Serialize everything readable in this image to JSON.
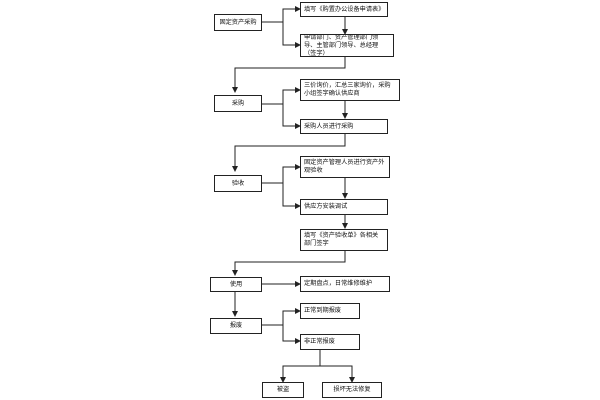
{
  "flow": {
    "stages": {
      "purchase_fixed_assets": "固定资产采购",
      "procurement": "采购",
      "acceptance": "验收",
      "use": "使用",
      "scrap": "报废"
    },
    "steps": {
      "fill_application": "填写《购置办公设备申请表》",
      "approvals": "申请部门、资产管理部门领导、主管部门领导、总经理（签字）",
      "price_inquiry": "三价询价，汇总三家询价，采购小组签字确认供应商",
      "purchaser_buys": "采购人员进行采购",
      "appearance_check": "固定资产管理人员进行资产外观验收",
      "supplier_install": "供应方安装调试",
      "fill_acceptance": "填写《资产验收单》各相关部门签字",
      "inventory_maintenance": "定期盘点，日常维修维护",
      "normal_scrap": "正常到期报废",
      "abnormal_scrap": "非正常报废",
      "stolen": "被盗",
      "damaged": "损坏无法修复"
    }
  }
}
